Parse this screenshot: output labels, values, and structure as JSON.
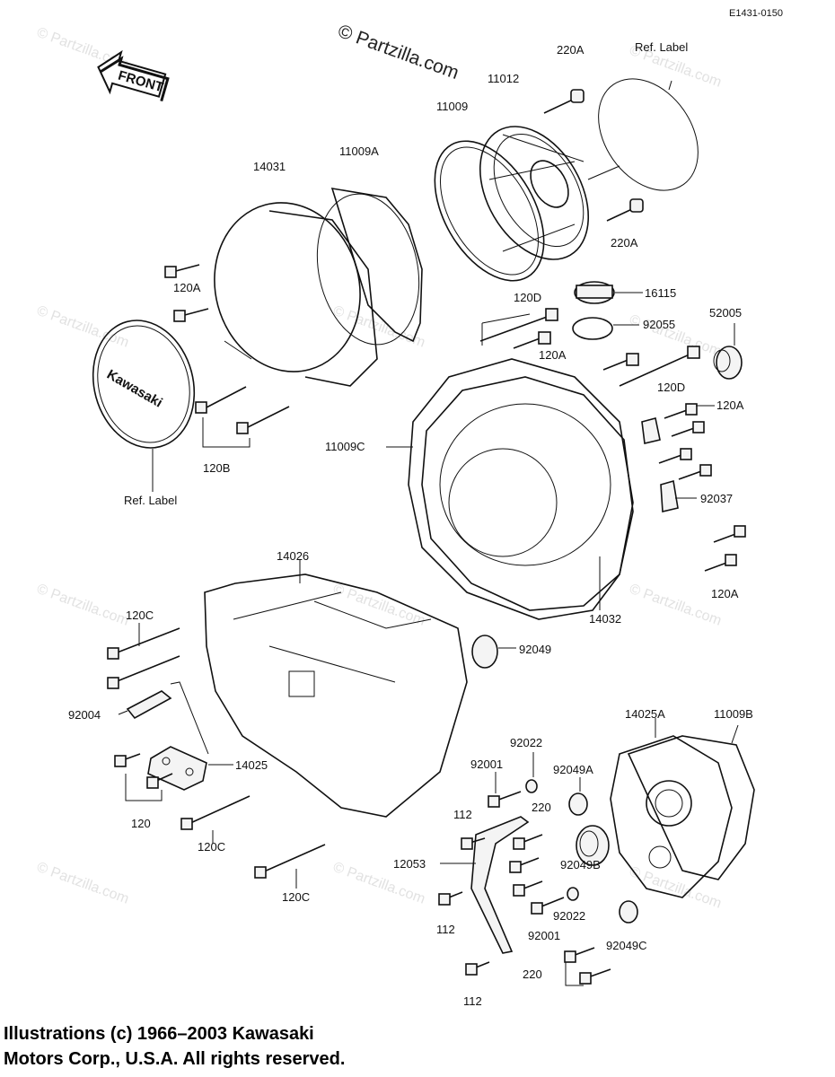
{
  "diagram_code": "E1431-0150",
  "watermark_main": "© Partzilla.com",
  "watermark_repeat": "© Partzilla.com",
  "front_label": "FRONT",
  "logo_text": "Kawasaki",
  "copyright": {
    "line1": "Illustrations (c) 1966–2003 Kawasaki",
    "line2": "Motors Corp., U.S.A.  All rights reserved."
  },
  "labels": {
    "ref_label_top": "Ref. Label",
    "p220A_top": "220A",
    "p11012": "11012",
    "p11009": "11009",
    "p220A_mid": "220A",
    "p14031": "14031",
    "p11009A": "11009A",
    "p120A_left": "120A",
    "p16115": "16115",
    "p120D_top": "120D",
    "p52005": "52005",
    "p92055": "92055",
    "p120A_center": "120A",
    "p120D_right": "120D",
    "p120A_right1": "120A",
    "p11009C": "11009C",
    "p120B": "120B",
    "ref_label_left": "Ref. Label",
    "p92037": "92037",
    "p14026": "14026",
    "p120A_right2": "120A",
    "p120C_top": "120C",
    "p14032": "14032",
    "p92049": "92049",
    "p92004": "92004",
    "p14025A": "14025A",
    "p11009B": "11009B",
    "p14025": "14025",
    "p92022_top": "92022",
    "p92001_top": "92001",
    "p92049A": "92049A",
    "p120": "120",
    "p112_top": "112",
    "p220_top": "220",
    "p120C_mid": "120C",
    "p12053": "12053",
    "p92049B": "92049B",
    "p120C_bottom": "120C",
    "p92022_bottom": "92022",
    "p112_mid": "112",
    "p92001_bottom": "92001",
    "p92049C": "92049C",
    "p220_bottom": "220",
    "p112_bottom": "112"
  }
}
